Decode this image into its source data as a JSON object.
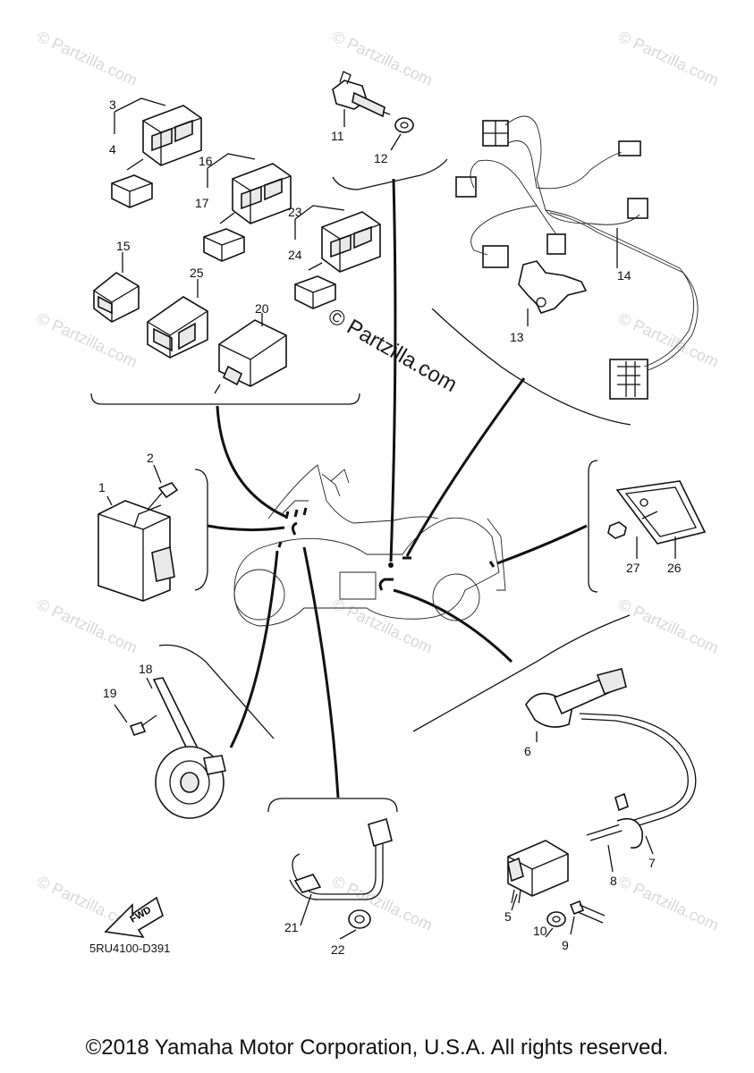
{
  "watermark": {
    "small": "© Partzilla.com",
    "center": "© Partzilla.com"
  },
  "diagram_code": "5RU4100-D391",
  "fwd_label": "FWD",
  "copyright": "©2018 Yamaha Motor Corporation, U.S.A. All rights reserved.",
  "parts": {
    "p1": "1",
    "p2": "2",
    "p3": "3",
    "p4": "4",
    "p5": "5",
    "p6": "6",
    "p7": "7",
    "p8": "8",
    "p9": "9",
    "p10": "10",
    "p11": "11",
    "p12": "12",
    "p13": "13",
    "p14": "14",
    "p15": "15",
    "p16": "16",
    "p17": "17",
    "p18": "18",
    "p19": "19",
    "p20": "20",
    "p21": "21",
    "p22": "22",
    "p23": "23",
    "p24": "24",
    "p25": "25",
    "p26": "26",
    "p27": "27"
  }
}
